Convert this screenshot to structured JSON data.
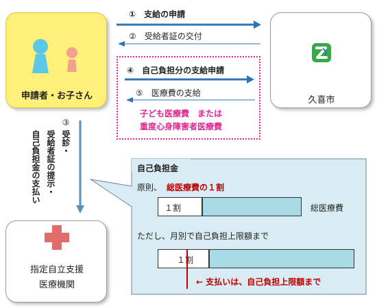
{
  "applicant": {
    "label": "申請者・お子さん"
  },
  "city": {
    "label": "久喜市"
  },
  "hospital": {
    "line1": "指定自立支援",
    "line2": "医療機関"
  },
  "flows": {
    "step1": "①　支給の申請",
    "step2": "②　受給者証の交付",
    "step4": "④　自己負担分の支給申請",
    "step5": "⑤　医療費の支給"
  },
  "program": {
    "line1": "子ども医療費　または",
    "line2": "重度心身障害者医療費"
  },
  "step3": {
    "number": "③",
    "col1": "受診・",
    "col2": "受給者証の提示・",
    "col3": "自己負担金の支払い"
  },
  "panel": {
    "title": "自己負担金",
    "rule_prefix": "原則、",
    "rule_highlight": "総医療費の１割",
    "bar1_label": "１割",
    "bar1_caption": "総医療費",
    "note": "ただし、月別で自己負担上限額まで",
    "bar2_label": "１割",
    "arrow_text": "← 支払いは、自己負担上限額まで"
  },
  "colors": {
    "flow_arrow": "#2e75b6",
    "applicant_fill": "#fff07a",
    "highlight": "#c00000",
    "program_text": "#e0278f",
    "panel_fill": "#d9ebf3",
    "bar_fill": "#a8dbe6",
    "hospital_cross": "#e06c6c"
  },
  "icons": {
    "applicant": "person-icons",
    "city": "city-logo-icon",
    "hospital": "medical-cross-icon"
  }
}
